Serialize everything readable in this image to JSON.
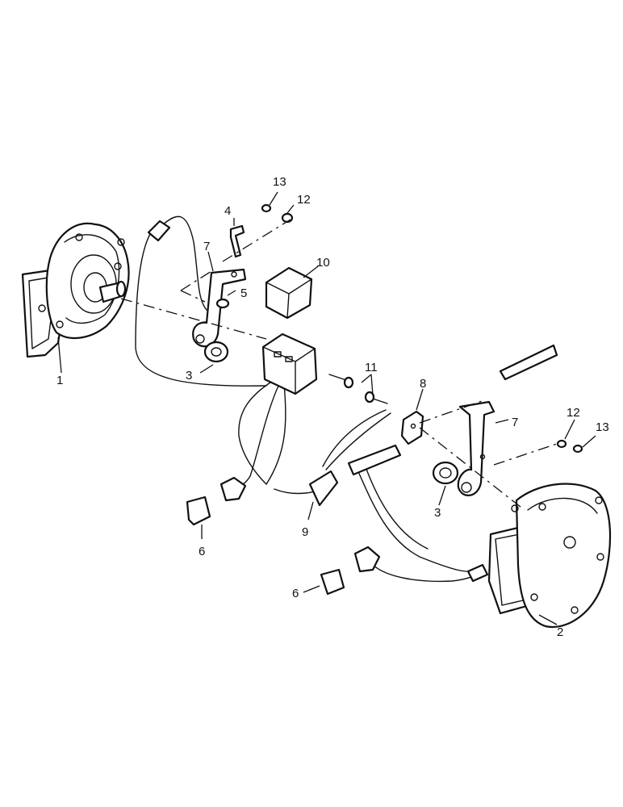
{
  "callouts": {
    "c1": "1",
    "c2": "2",
    "c3a": "3",
    "c3b": "3",
    "c4": "4",
    "c5": "5",
    "c6a": "6",
    "c6b": "6",
    "c7a": "7",
    "c7b": "7",
    "c8": "8",
    "c9": "9",
    "c10": "10",
    "c11": "11",
    "c12a": "12",
    "c12b": "12",
    "c13a": "13",
    "c13b": "13"
  }
}
